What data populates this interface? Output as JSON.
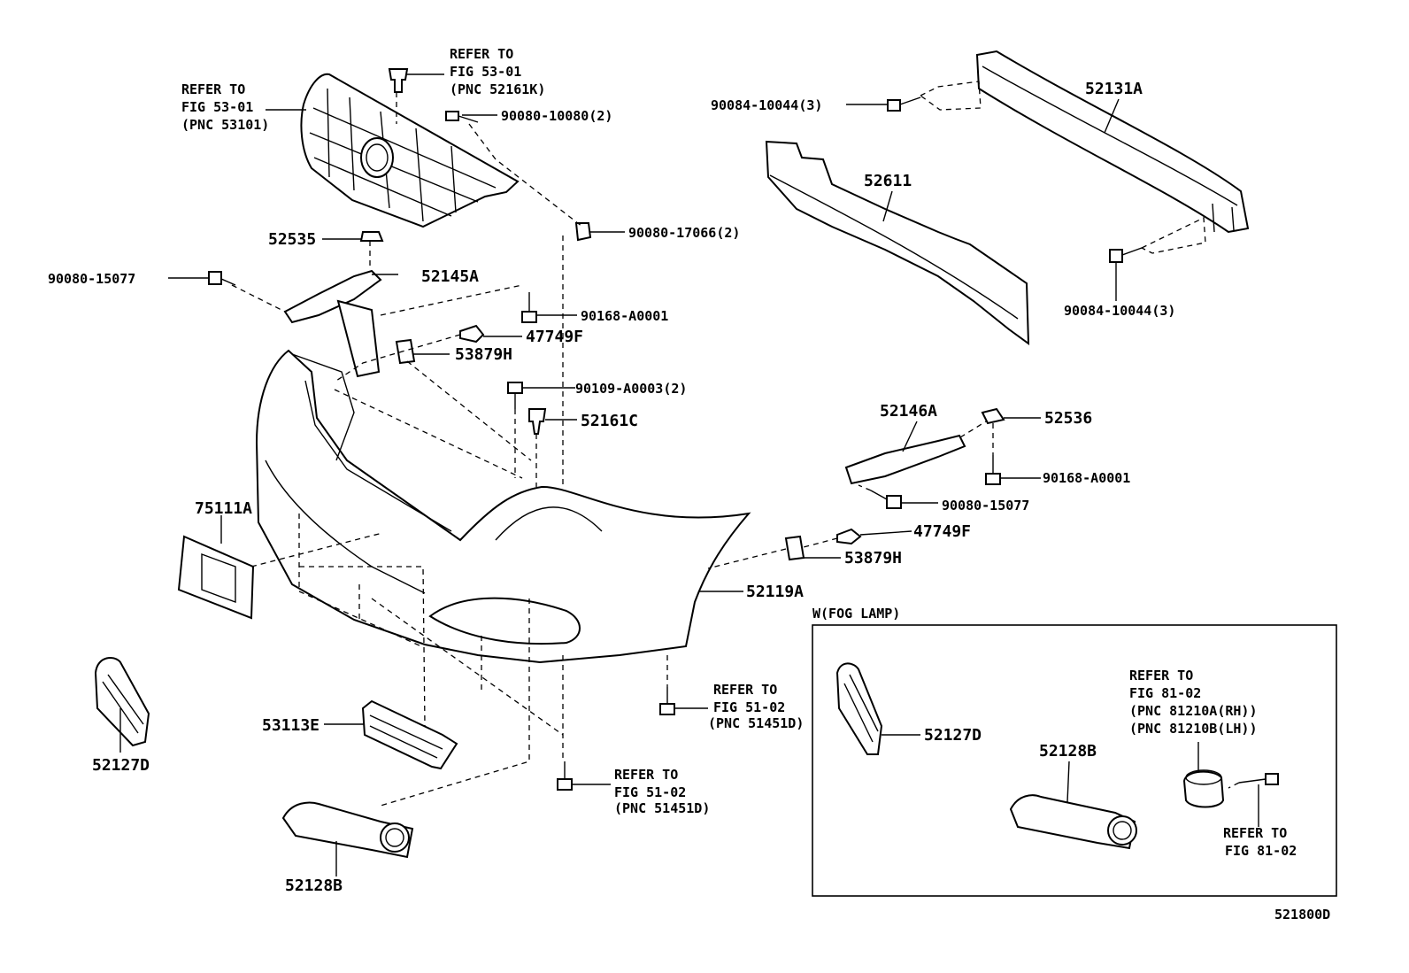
{
  "labels": {
    "refer_grille_top": [
      "REFER TO",
      "FIG 53-01",
      "(PNC 52161K)"
    ],
    "refer_grille_left": [
      "REFER TO",
      "FIG 53-01",
      "(PNC 53101)"
    ],
    "p90080_10080": "90080-10080(2)",
    "p90084_10044_top": "90084-10044(3)",
    "p52131A": "52131A",
    "p52611": "52611",
    "p90080_17066": "90080-17066(2)",
    "p52535": "52535",
    "p52145A": "52145A",
    "p90080_15077_left": "90080-15077",
    "p90168_A0001_left": "90168-A0001",
    "p47749F_left": "47749F",
    "p53879H_left": "53879H",
    "p90109_A0003": "90109-A0003(2)",
    "p52161C": "52161C",
    "p90084_10044_bottom": "90084-10044(3)",
    "p52146A": "52146A",
    "p52536": "52536",
    "p90168_A0001_right": "90168-A0001",
    "p90080_15077_right": "90080-15077",
    "p47749F_right": "47749F",
    "p53879H_right": "53879H",
    "p52119A": "52119A",
    "p75111A": "75111A",
    "refer_51_02_right": [
      "REFER TO",
      "FIG 51-02",
      "(PNC 51451D)"
    ],
    "p53113E": "53113E",
    "p52127D_left": "52127D",
    "refer_51_02_bottom": [
      "REFER TO",
      "FIG 51-02",
      "(PNC 51451D)"
    ],
    "p52128B_left": "52128B",
    "fog_title": "W(FOG LAMP)",
    "p52127D_fog": "52127D",
    "p52128B_fog": "52128B",
    "refer_81_02_top": [
      "REFER TO",
      "FIG 81-02",
      "(PNC 81210A(RH))",
      "(PNC 81210B(LH))"
    ],
    "refer_81_02_bottom": [
      "REFER TO",
      "FIG 81-02"
    ],
    "diagram_code": "521800D"
  }
}
